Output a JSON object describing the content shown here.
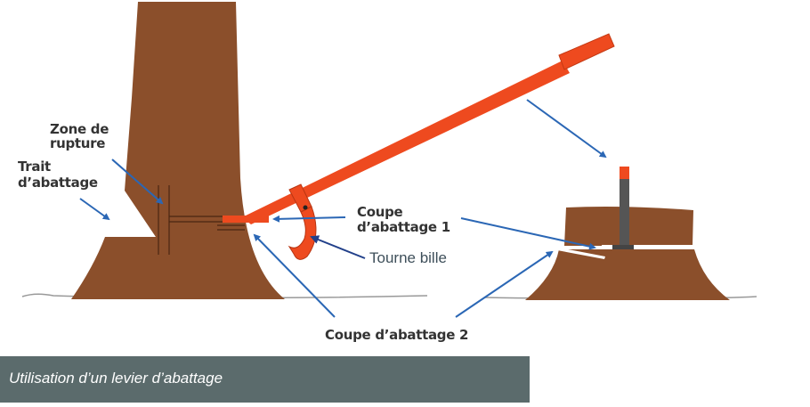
{
  "labels": {
    "zone_rupture": [
      "Zone de",
      "rupture"
    ],
    "trait_abattage": [
      "Trait",
      "d’abattage"
    ],
    "coupe1": [
      "Coupe",
      "d’abattage 1"
    ],
    "tourne_bille": "Tourne bille",
    "coupe2": "Coupe d’abattage 2"
  },
  "caption": "Utilisation d’un levier d’abattage",
  "colors": {
    "wood": "#8b4f2b",
    "lever": "#ee4a1f",
    "arrow": "#2b67b5",
    "caption_bg": "#5b6b6c"
  }
}
